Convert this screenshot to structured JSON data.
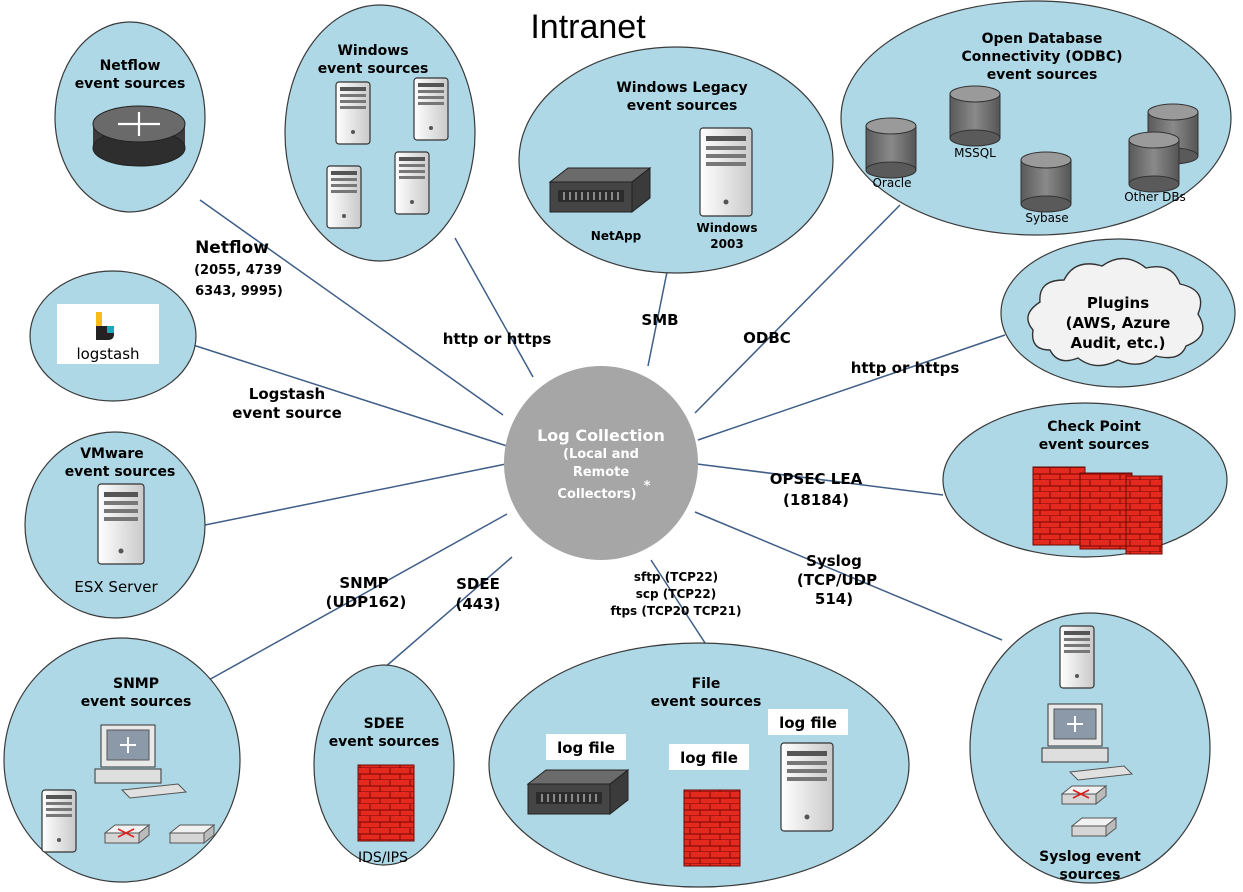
{
  "title": "Intranet",
  "hub": {
    "line1": "Log Collection",
    "line2": "(Local and",
    "line3": "Remote",
    "line4": "Collectors)",
    "asterisk": "*"
  },
  "sources": {
    "netflow": {
      "line1": "Netflow",
      "line2": "event sources"
    },
    "windows": {
      "line1": "Windows",
      "line2": "event sources"
    },
    "windows_legacy": {
      "line1": "Windows Legacy",
      "line2": "event sources",
      "netapp": "NetApp",
      "win_line1": "Windows",
      "win_line2": "2003"
    },
    "odbc": {
      "line1": "Open Database",
      "line2": "Connectivity (ODBC)",
      "line3": "event sources",
      "db_oracle": "Oracle",
      "db_mssql": "MSSQL",
      "db_sybase": "Sybase",
      "db_other": "Other DBs"
    },
    "plugins": {
      "line1": "Plugins",
      "line2": "(AWS, Azure",
      "line3": "Audit, etc.)"
    },
    "logstash": {
      "logo_text": "logstash"
    },
    "vmware": {
      "line1": "VMware",
      "line2": "event  sources",
      "server": "ESX Server"
    },
    "checkpoint": {
      "line1": "Check Point",
      "line2": "event sources"
    },
    "snmp": {
      "line1": "SNMP",
      "line2": "event sources"
    },
    "sdee": {
      "line1": "SDEE",
      "line2": "event sources",
      "device": "IDS/IPS"
    },
    "file": {
      "line1": "File",
      "line2": "event sources",
      "tag1": "log file",
      "tag2": "log file",
      "tag3": "log file"
    },
    "syslog": {
      "line1": "Syslog event",
      "line2": "sources"
    }
  },
  "protocols": {
    "netflow": {
      "line1": "Netflow",
      "line2": "(2055, 4739",
      "line3": "6343, 9995)"
    },
    "windows": "http or https",
    "smb": "SMB",
    "odbc": "ODBC",
    "plugins": "http or https",
    "logstash": {
      "line1": "Logstash",
      "line2": "event source"
    },
    "opsec": {
      "line1": "OPSEC LEA",
      "line2": "(18184)"
    },
    "syslog": {
      "line1": "Syslog",
      "line2": "(TCP/UDP",
      "line3": "514)"
    },
    "snmp": {
      "line1": "SNMP",
      "line2": "(UDP162)"
    },
    "sdee": {
      "line1": "SDEE",
      "line2": "(443)"
    },
    "file": {
      "line1": "sftp (TCP22)",
      "line2": "scp (TCP22)",
      "line3": "ftps (TCP20 TCP21)"
    }
  },
  "colors": {
    "bubble": "#aed8e6",
    "hub": "#a6a6a6",
    "line": "#3f5e88",
    "firewall": "#e02020"
  }
}
